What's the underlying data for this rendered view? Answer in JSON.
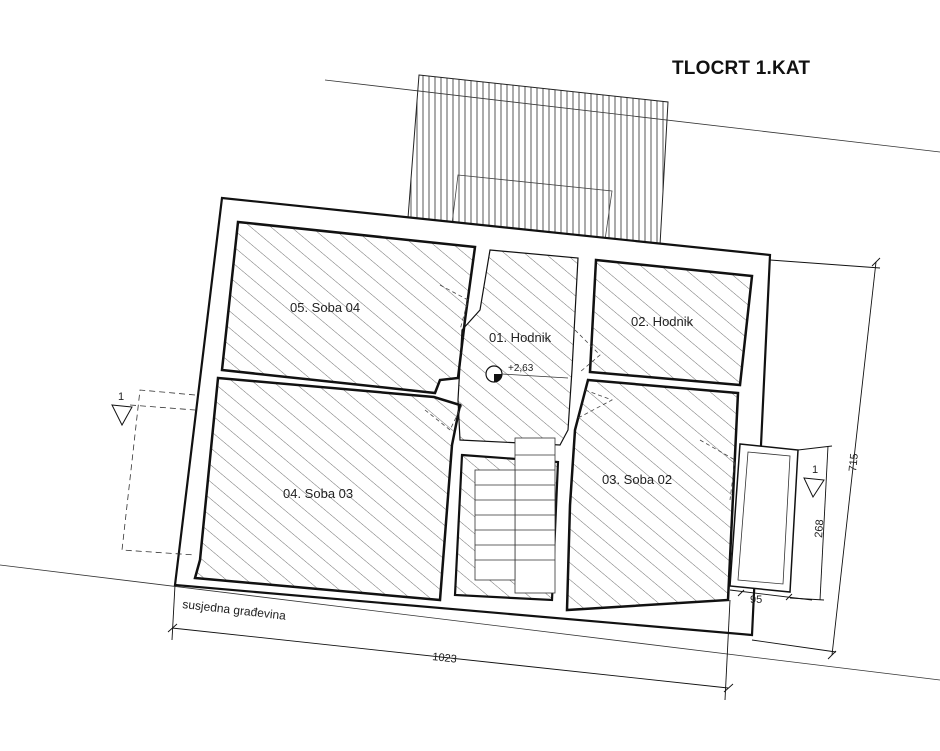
{
  "title": "TLOCRT 1.KAT",
  "rooms": {
    "soba04": "05. Soba 04",
    "hodnik1": "01. Hodnik",
    "hodnik2": "02. Hodnik",
    "soba03": "04. Soba 03",
    "soba02": "03. Soba 02"
  },
  "level": "+2,63",
  "neighbor_label": "susjedna građevina",
  "section_marks": {
    "left": "1",
    "right": "1"
  },
  "dimensions": {
    "width": "1023",
    "height": "715",
    "balcony_height": "268",
    "balcony_width": "95"
  }
}
